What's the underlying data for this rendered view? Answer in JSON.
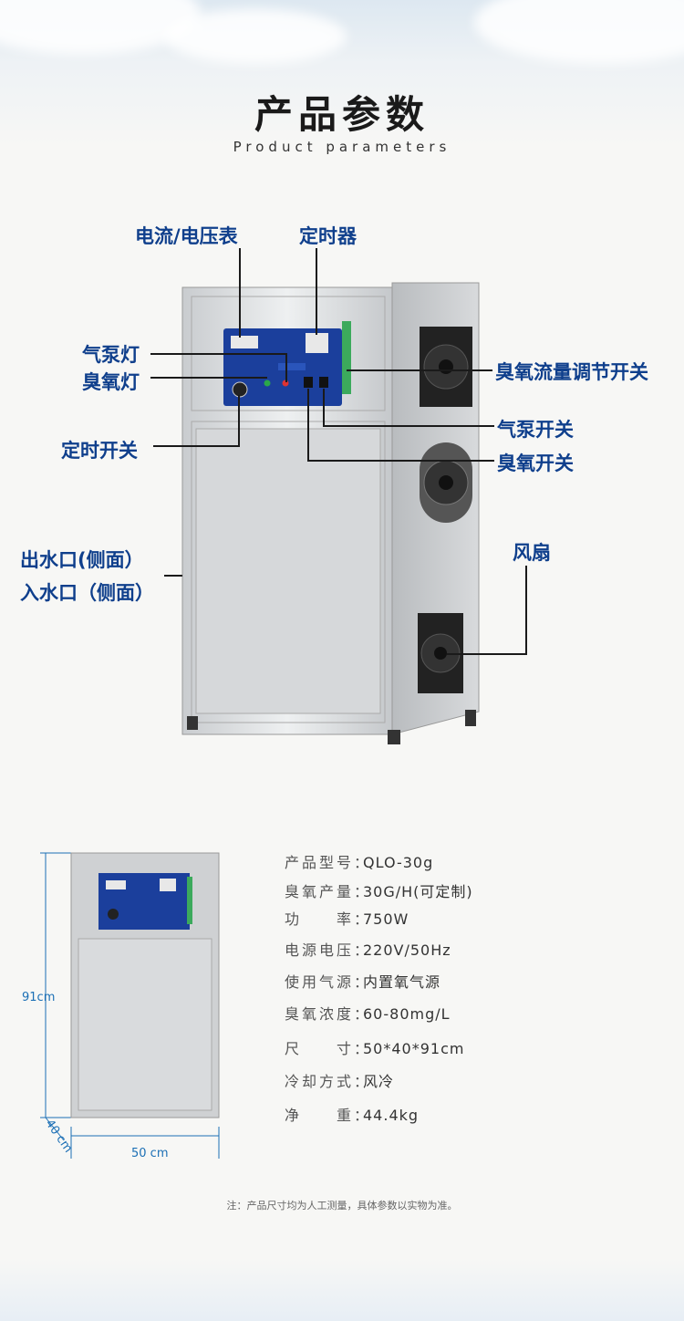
{
  "header": {
    "title": "产品参数",
    "subtitle": "Product parameters"
  },
  "callouts": {
    "meter": "电流/电压表",
    "timer": "定时器",
    "pump_light": "气泵灯",
    "ozone_light": "臭氧灯",
    "flow_switch": "臭氧流量调节开关",
    "timer_switch": "定时开关",
    "pump_switch": "气泵开关",
    "ozone_switch": "臭氧开关",
    "outlet": "出水口(侧面）",
    "inlet": "入水口（侧面）",
    "fan": "风扇"
  },
  "specs": [
    {
      "key": "产品型号：",
      "value": "QLO-30g"
    },
    {
      "key": "臭氧产量：",
      "value": "30G/H(可定制)"
    },
    {
      "key": "功　　率：",
      "value": "750W"
    },
    {
      "key": "电源电压：",
      "value": "220V/50Hz"
    },
    {
      "key": "使用气源：",
      "value": "内置氧气源"
    },
    {
      "key": "臭氧浓度：",
      "value": "60-80mg/L"
    },
    {
      "key": "尺　　寸：",
      "value": "50*40*91cm"
    },
    {
      "key": "冷却方式：",
      "value": "风冷"
    },
    {
      "key": "净　　重：",
      "value": "44.4kg"
    }
  ],
  "dimensions": {
    "height": "91cm",
    "depth": "40 cm",
    "width": "50 cm"
  },
  "note": "注：产品尺寸均为人工测量，具体参数以实物为准。",
  "colors": {
    "label_blue": "#0f3f8c",
    "panel_blue": "#1b3f9c",
    "dim_blue": "#1b6fb5"
  }
}
